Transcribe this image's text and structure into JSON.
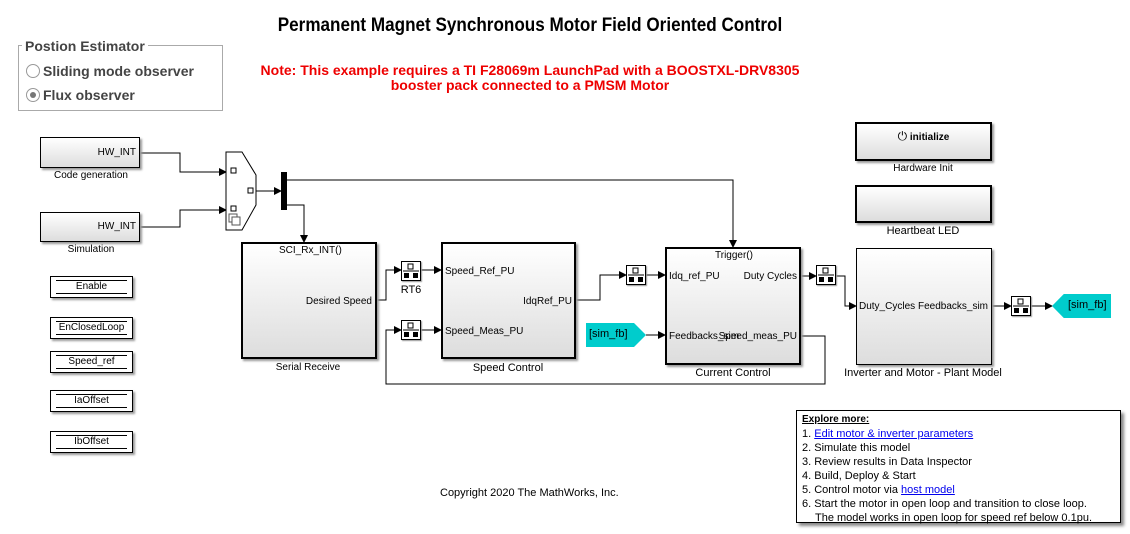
{
  "title": "Permanent Magnet Synchronous Motor Field Oriented Control",
  "note": {
    "line1": "Note: This example requires a TI F28069m LaunchPad with a BOOSTXL-DRV8305",
    "line2": "booster pack connected to a PMSM Motor",
    "color": "#e00000"
  },
  "estimator": {
    "title": "Postion Estimator",
    "options": [
      {
        "label": "Sliding mode observer",
        "selected": false
      },
      {
        "label": "Flux observer",
        "selected": true
      }
    ]
  },
  "blocks": {
    "code_gen": {
      "port": "HW_INT",
      "label": "Code generation"
    },
    "simulation": {
      "port": "HW_INT",
      "label": "Simulation"
    },
    "serial_receive": {
      "trigger": "SCI_Rx_INT()",
      "out": "Desired Speed",
      "label": "Serial Receive"
    },
    "rt6": {
      "label": "RT6"
    },
    "speed_control": {
      "in1": "Speed_Ref_PU",
      "in2": "Speed_Meas_PU",
      "out": "IdqRef_PU",
      "label": "Speed Control"
    },
    "current_control": {
      "trigger": "Trigger()",
      "in1": "Idq_ref_PU",
      "in2": "Feedbacks_sim",
      "out1": "Duty Cycles",
      "out2": "Speed_meas_PU",
      "label": "Current Control"
    },
    "plant": {
      "in": "Duty_Cycles",
      "out": "Feedbacks_sim",
      "label": "Inverter and Motor - Plant Model"
    },
    "hardware_init": {
      "text": "initialize",
      "label": "Hardware Init"
    },
    "heartbeat": {
      "label": "Heartbeat LED"
    },
    "from_tag": "[sim_fb]",
    "goto_tag": "[sim_fb]",
    "tag_color": "#00cccc"
  },
  "params": [
    "Enable",
    "EnClosedLoop",
    "Speed_ref",
    "IaOffset",
    "IbOffset"
  ],
  "explore": {
    "heading": "Explore more:",
    "items": [
      {
        "num": "1. ",
        "link": "Edit motor & inverter parameters",
        "text": ""
      },
      {
        "num": "2. ",
        "text": "Simulate this model"
      },
      {
        "num": "3. ",
        "text": "Review results in Data Inspector"
      },
      {
        "num": "4. ",
        "text": "Build, Deploy & Start"
      },
      {
        "num": "5. ",
        "text": "Control motor via ",
        "link": "host model"
      },
      {
        "num": "6. ",
        "text": "Start the motor in open loop and transition to close loop."
      },
      {
        "num": "",
        "text": "The model works in open loop for speed ref below 0.1pu."
      }
    ]
  },
  "copyright": "Copyright 2020 The MathWorks, Inc."
}
